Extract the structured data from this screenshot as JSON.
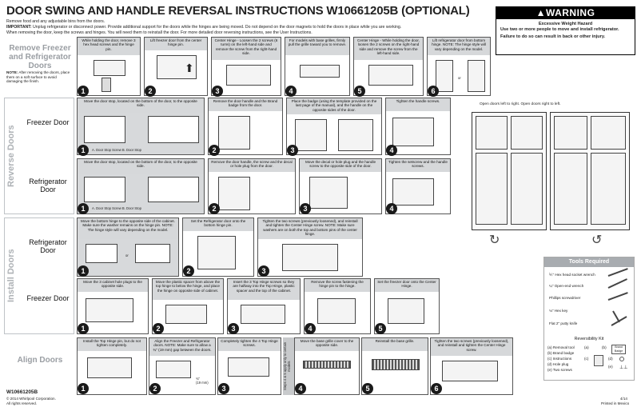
{
  "header": {
    "title": "DOOR SWING AND HANDLE REVERSAL INSTRUCTIONS W10661205B (OPTIONAL)",
    "line1": "Remove food and any adjustable bins from the doors.",
    "line2_bold": "IMPORTANT:",
    "line2": " Unplug refrigerator or disconnect power. Provide additional support for the doors while the hinges are being moved. Do not depend on the door magnets to hold the doors in place while you are working.",
    "line3": "When removing the door, keep the screws and hinges. You will need them to reinstall the door. For more detailed door reversing instructions, see the User Instructions."
  },
  "warning": {
    "heading": "▲WARNING",
    "hazard": "Excessive Weight Hazard",
    "line1": "Use two or more people to move and install refrigerator.",
    "line2": "Failure to do so can result in back or other injury."
  },
  "remove": {
    "label": "Remove Freezer and Refrigerator Doors",
    "note_bold": "NOTE:",
    "note": " After removing the doors, place them on a soft surface to avoid damaging the finish.",
    "steps": [
      {
        "num": "1",
        "text": "While holding the door, remove 3 hex head screws and the hinge pin."
      },
      {
        "num": "2",
        "text": "Lift freezer door from the center hinge pin."
      },
      {
        "num": "3",
        "text": "Center Hinge - Loosen the 2 screws (6 turns) on the left-hand side and remove the screw from the right-hand side."
      },
      {
        "num": "4",
        "text": "For models with base grilles, firmly pull the grille toward you to remove."
      },
      {
        "num": "5",
        "text": "Center Hinge - While holding the door, loosen the 2 screws on the right-hand side and remove the screw from the left-hand side."
      },
      {
        "num": "6",
        "text": "Lift refrigerator door from bottom hinge. NOTE: The hinge style will vary depending on the model."
      }
    ],
    "or": "or"
  },
  "reverse": {
    "label": "Reverse Doors",
    "freezer": {
      "label": "Freezer Door",
      "steps": [
        {
          "num": "1",
          "text": "Move the door stop, located on the bottom of the door, to the opposite side.",
          "legend": "A. Door Stop Screw   B. Door Stop"
        },
        {
          "num": "2",
          "text": "Remove the door handle and the Brand badge from the door."
        },
        {
          "num": "3",
          "text": "Place the badge (using the template provided on the last page of the manual), and the handle on the opposite sides of the door."
        },
        {
          "num": "4",
          "text": "Tighten the handle screws."
        }
      ]
    },
    "refrigerator": {
      "label": "Refrigerator Door",
      "steps": [
        {
          "num": "1",
          "text": "Move the door stop, located on the bottom of the door, to the opposite side.",
          "legend": "A. Door Stop Screw   B. Door Stop"
        },
        {
          "num": "2",
          "text": "Remove the door handle, the screw and the decal or hole plug from the door."
        },
        {
          "num": "3",
          "text": "Move the decal or hole plug and the handle screw to the opposite side of the door."
        },
        {
          "num": "4",
          "text": "Tighten the setscrew and the handle screws."
        }
      ]
    }
  },
  "install": {
    "label": "Install Doors",
    "refrigerator": {
      "label": "Refrigerator Door",
      "steps": [
        {
          "num": "1",
          "text": "Move the bottom hinge to the opposite side of the cabinet. Make sure the washer remains on the hinge pin. NOTE: The hinge style will vary depending on the model."
        },
        {
          "num": "2",
          "text": "Set the Refrigerator door onto the bottom hinge pin."
        },
        {
          "num": "3",
          "text": "Tighten the two screws (previously loosened), and reinstall and tighten the Center Hinge screw. NOTE: Make sure washers are on both the top and bottom pins of the center hinge."
        }
      ],
      "or": "or"
    },
    "freezer": {
      "label": "Freezer Door",
      "steps": [
        {
          "num": "1",
          "text": "Move the 3 cabinet hole plugs to the opposite side."
        },
        {
          "num": "2",
          "text": "Move the plastic spacer from above the top hinge to below the hinge, and place the hinge on opposite side of cabinet."
        },
        {
          "num": "3",
          "text": "Insert the 3 Top Hinge screws so they are halfway into the Top Hinge, plastic spacer and the top of the cabinet."
        },
        {
          "num": "4",
          "text": "Remove the screw fastening the hinge pin to the hinge."
        },
        {
          "num": "5",
          "text": "Set the freezer door onto the Center Hinge."
        }
      ]
    }
  },
  "align": {
    "label": "Align Doors",
    "steps": [
      {
        "num": "1",
        "text": "Install the Top Hinge pin, but do not tighten completely."
      },
      {
        "num": "2",
        "text": "Align the Freezer and Refrigerator doors. NOTE: Make sure to allow a ¾\" (19 mm) gap between the doors.",
        "gap": "¾\"\n(19 mm)"
      },
      {
        "num": "3",
        "text": "Completely tighten the 4 Top Hinge screws."
      },
      {
        "num": "4",
        "text": "Move the base grille cover to the opposite side.",
        "side": "Steps 4 & 5 apply only to certain models"
      },
      {
        "num": "5",
        "text": "Reinstall the base grille."
      },
      {
        "num": "6",
        "text": "Tighten the two screws (previously loosened), and reinstall and tighten the Center Hinge screw."
      }
    ]
  },
  "opendoors": {
    "caption": "Open doors left to right.  Open doors right to left."
  },
  "tools": {
    "heading": "Tools Required",
    "items": [
      "⅕\" Hex head socket wrench",
      "¼\" Open-end wrench",
      "Phillips screwdriver",
      "⅛\" Hex key",
      "Flat 2\" putty knife"
    ],
    "kit_heading": "Reversibility Kit",
    "kit": [
      "(a) Removal tool",
      "(b) Brand badge",
      "(c) Instructions",
      "(d) Hole plug",
      "(e) Two screws"
    ],
    "kit_marks": [
      "(a)",
      "(b)",
      "(c)",
      "(d)",
      "(e)"
    ],
    "badge_text": "Brand Badge"
  },
  "footer": {
    "code": "W10661205B",
    "copy1": "© 2014 Whirlpool Corporation.",
    "copy2": "All rights reserved.",
    "date": "4/14",
    "printed": "Printed in Mexico"
  }
}
